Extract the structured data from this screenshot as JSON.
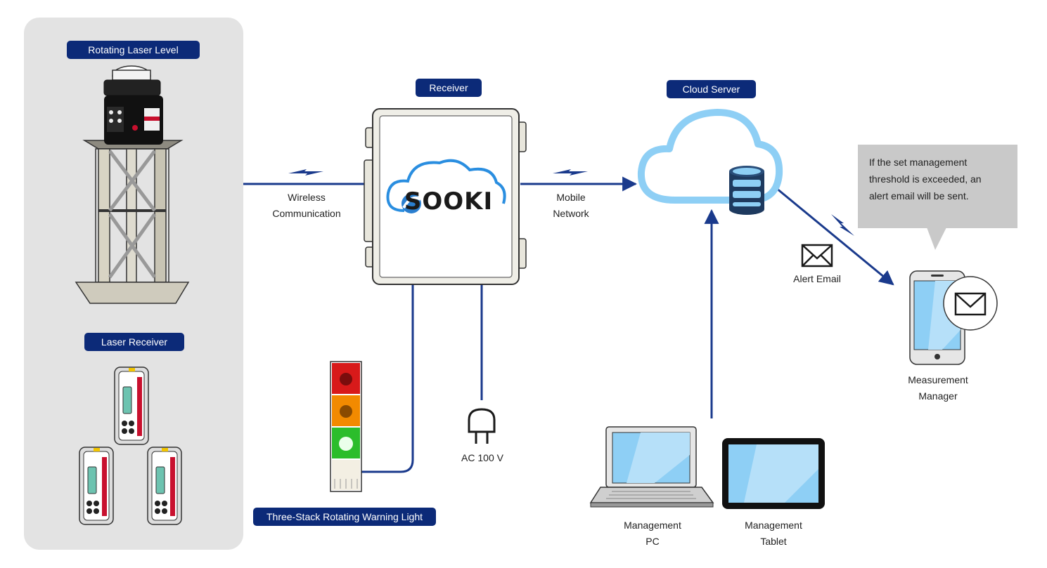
{
  "labels": {
    "rotating_laser_level": "Rotating Laser Level",
    "laser_receiver": "Laser Receiver",
    "receiver": "Receiver",
    "cloud_server": "Cloud Server",
    "warning_light": "Three-Stack Rotating Warning Light",
    "wireless_line1": "Wireless",
    "wireless_line2": "Communication",
    "mobile_line1": "Mobile",
    "mobile_line2": "Network",
    "power": "AC 100 V",
    "alert_email": "Alert Email",
    "manager_line1": "Measurement",
    "manager_line2": "Manager",
    "pc_line1": "Management",
    "pc_line2": "PC",
    "tablet_line1": "Management",
    "tablet_line2": "Tablet",
    "brand_logo": "SOOKI"
  },
  "callout": {
    "line1": "If the set management",
    "line2": "threshold is exceeded, an",
    "line3": "alert email will be sent."
  },
  "colors": {
    "navy": "#0c2a78",
    "link_blue": "#1a3a8c",
    "cloud_blue": "#8ecff5",
    "panel_gray": "#e3e3e3",
    "callout_gray": "#c9c9c9"
  },
  "icons": [
    "rotating-laser-icon",
    "laser-receiver-icon",
    "receiver-box-icon",
    "cloud-icon",
    "database-icon",
    "warning-light-icon",
    "power-plug-icon",
    "envelope-icon",
    "smartphone-icon",
    "laptop-icon",
    "tablet-icon",
    "lightning-icon"
  ]
}
